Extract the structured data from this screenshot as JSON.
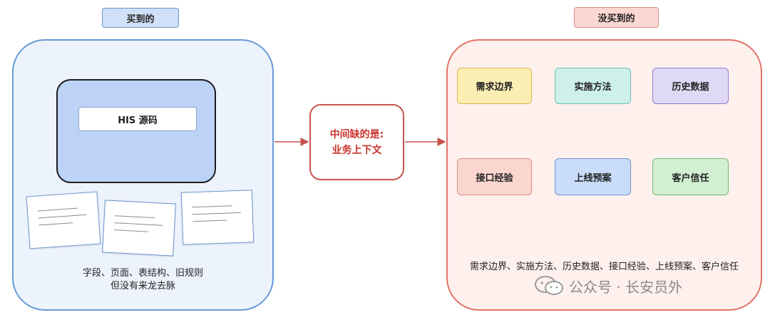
{
  "left": {
    "tag": "买到的",
    "source_label": "HIS 源码",
    "caption_line1": "字段、页面、表结构、旧规则",
    "caption_line2": "但没有来龙去脉"
  },
  "middle": {
    "line1": "中间缺的是:",
    "line2": "业务上下文"
  },
  "right": {
    "tag": "没买到的",
    "chips": [
      "需求边界",
      "实施方法",
      "历史数据",
      "接口经验",
      "上线预案",
      "客户信任"
    ],
    "caption": "需求边界、实施方法、历史数据、接口经验、上线预案、客户信任"
  },
  "watermark": {
    "text": "公众号 · 长安员外",
    "icon": "wechat-icon"
  },
  "colors": {
    "left_border": "#6699d8",
    "right_border": "#e17466",
    "arrow": "#c7554e"
  }
}
